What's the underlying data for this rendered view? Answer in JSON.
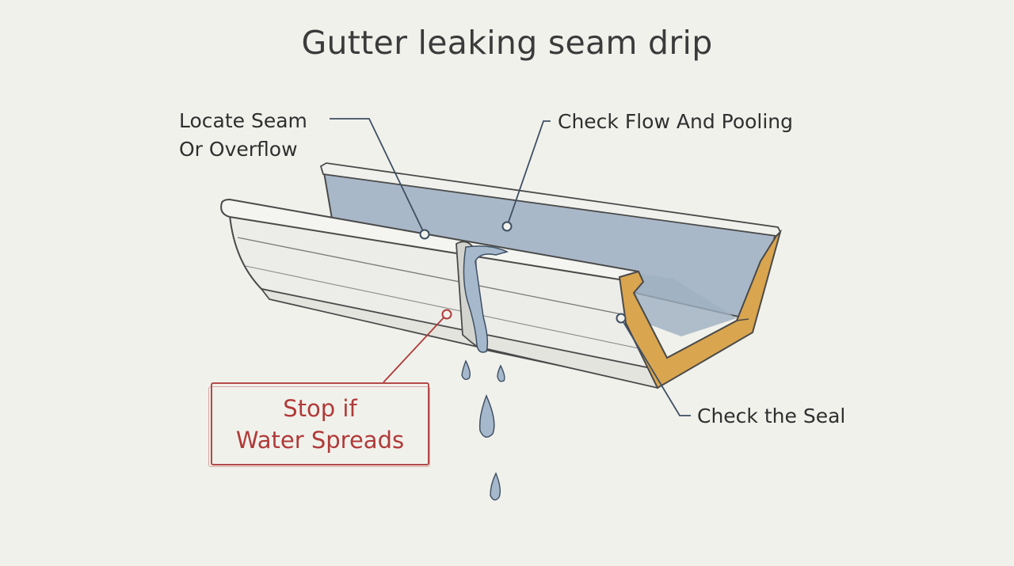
{
  "title": "Gutter leaking seam drip",
  "labels": {
    "locate_line1": "Locate Seam",
    "locate_line2": "Or Overflow",
    "flow": "Check Flow And Pooling",
    "seal": "Check the Seal"
  },
  "warning": {
    "line1": "Stop if",
    "line2": "Water Spreads"
  },
  "colors": {
    "background": "#f1f1ec",
    "gutter_metal": "#eeeeea",
    "gutter_outline": "#4a4a4a",
    "water": "#a9b8c8",
    "cut_edge": "#d9a54e",
    "callout_line": "#3e4f63",
    "warning_red": "#b03a38"
  }
}
